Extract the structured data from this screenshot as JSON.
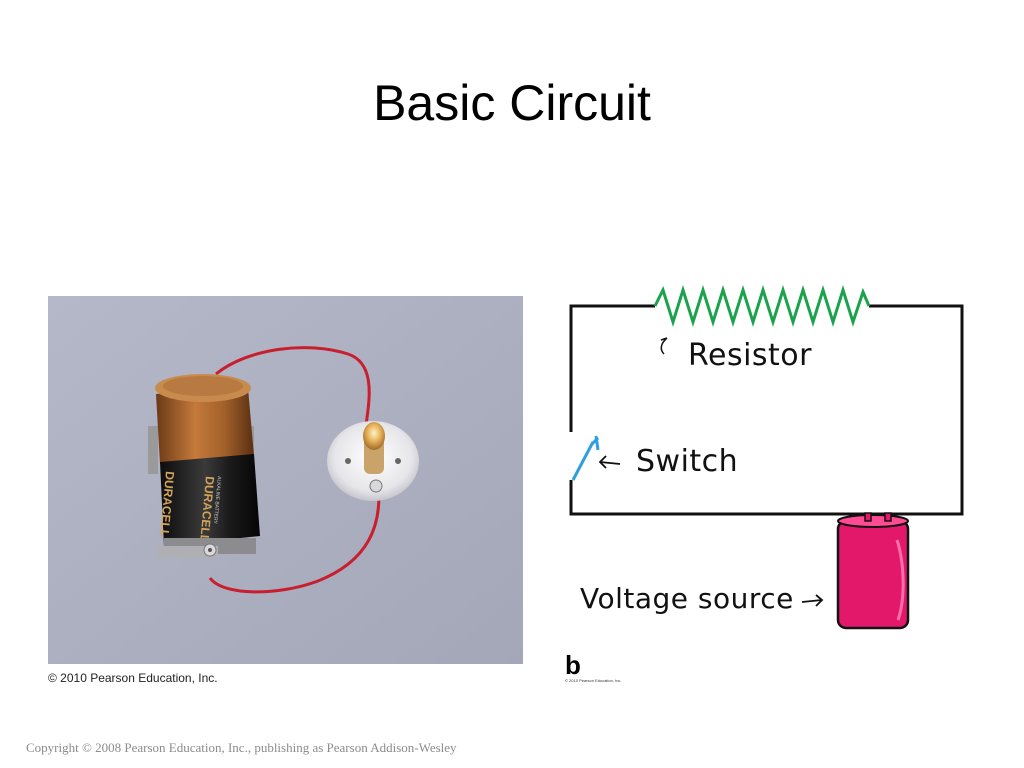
{
  "slide": {
    "title": "Basic Circuit"
  },
  "photo": {
    "battery_brand": "DURACELL",
    "battery_subtext": "ALKALINE BATTERY",
    "credit": "© 2010 Pearson Education, Inc."
  },
  "diagram": {
    "labels": {
      "resistor": "Resistor",
      "switch": "Switch",
      "voltage_source": "Voltage source"
    },
    "panel_letter": "b",
    "credit": "© 2010 Pearson Education, Inc.",
    "colors": {
      "resistor": "#1aa34a",
      "switch": "#2f9ee0",
      "battery": "#e3186a",
      "wire": "#111111"
    }
  },
  "footer": {
    "copyright": "Copyright © 2008 Pearson Education, Inc., publishing as Pearson Addison-Wesley"
  }
}
